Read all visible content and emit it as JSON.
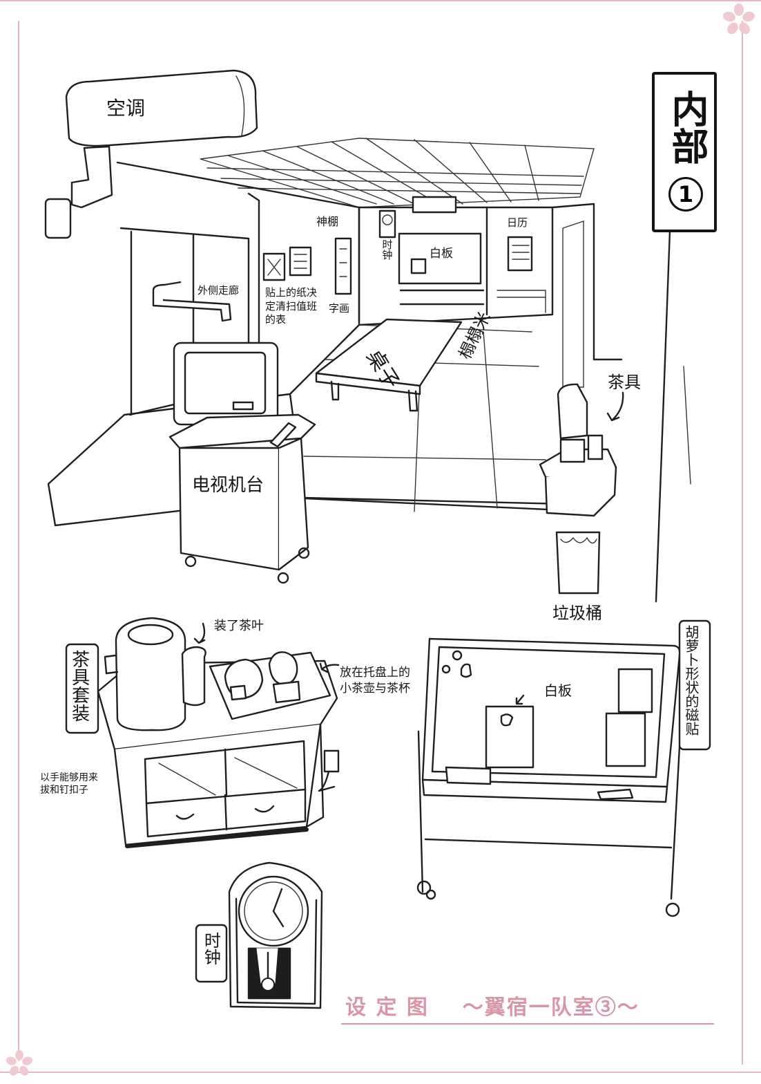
{
  "corner_title": {
    "text": "内部",
    "number": "1"
  },
  "caption": {
    "left": "设 定 图",
    "right": "～翼宿一队室③～"
  },
  "labels": {
    "air_conditioner": "空调",
    "shrine_shelf": "神棚",
    "clock_small": "时钟",
    "whiteboard_small": "白板",
    "calendar": "日历",
    "outer_corridor": "外侧走廊",
    "notice": "贴上的纸决定清扫值班的表",
    "scroll": "字画",
    "table": "桌子",
    "tatami": "榻榻米",
    "tea_set": "茶具",
    "tv_stand": "电视机台",
    "trash_can": "垃圾桶",
    "tea_leaves": "装了茶叶",
    "tea_set_full": "茶具套装",
    "teapot_tray": "放在托盘上的小茶壶与茶杯",
    "hooks": "以手能够用来拔和钉扣子",
    "whiteboard": "白板",
    "carrot_magnet": "胡萝卜形状的磁贴",
    "clock": "时钟"
  },
  "colors": {
    "frame": "#e3b7c3",
    "caption": "#d995a8",
    "ink": "#1f1f1f"
  }
}
